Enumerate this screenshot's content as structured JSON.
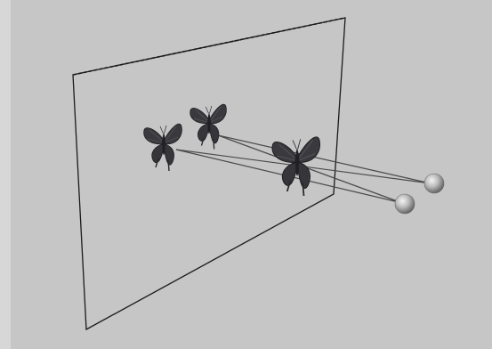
{
  "scene": {
    "background_color": "#c6c6c6",
    "plane_color": "#1a1a1a",
    "butterfly_color": "#3a3a3e",
    "ray_color": "#4a4a4a",
    "eye_color": "#b8b8b8",
    "objects": {
      "projection_plane": "rectangle-outline",
      "butterflies": 3,
      "viewpoints": 2,
      "projection_rays": 4
    }
  }
}
